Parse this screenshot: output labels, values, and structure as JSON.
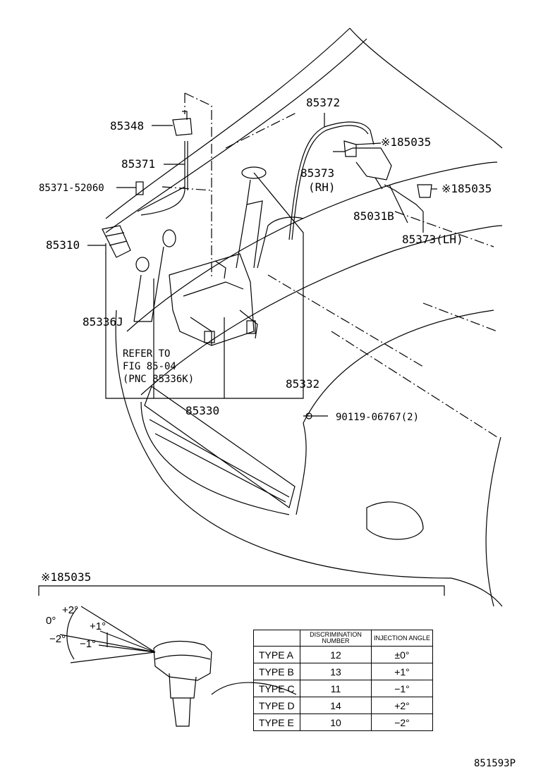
{
  "callouts": {
    "p85372": "85372",
    "p85348": "85348",
    "p185035_a": "※185035",
    "p85371": "85371",
    "p85373_rh": "85373",
    "p_rh": "(RH)",
    "p185035_b": "※185035",
    "p85371_52060": "85371-52060",
    "p85031b": "85031B",
    "p85310": "85310",
    "p85373_lh": "85373(LH)",
    "p85336j": "85336J",
    "refer_1": "REFER TO",
    "refer_2": "FIG 85-04",
    "refer_3": "(PNC 85336K)",
    "p85332": "85332",
    "p85330": "85330",
    "p90119": "90119-06767(2)"
  },
  "detail": {
    "title": "※185035",
    "angles": {
      "a0": "0°",
      "a_plus2": "+2°",
      "a_minus2": "−2°",
      "a_plus1": "+1°",
      "a_minus1": "−1°"
    }
  },
  "table": {
    "headers": [
      "",
      "DISCRIMINATION NUMBER",
      "INJECTION ANGLE"
    ],
    "rows": [
      {
        "type": "TYPE A",
        "number": "12",
        "angle": "±0°"
      },
      {
        "type": "TYPE B",
        "number": "13",
        "angle": "+1°"
      },
      {
        "type": "TYPE C",
        "number": "11",
        "angle": "−1°"
      },
      {
        "type": "TYPE D",
        "number": "14",
        "angle": "+2°"
      },
      {
        "type": "TYPE E",
        "number": "10",
        "angle": "−2°"
      }
    ]
  },
  "figure_code": "851593P"
}
